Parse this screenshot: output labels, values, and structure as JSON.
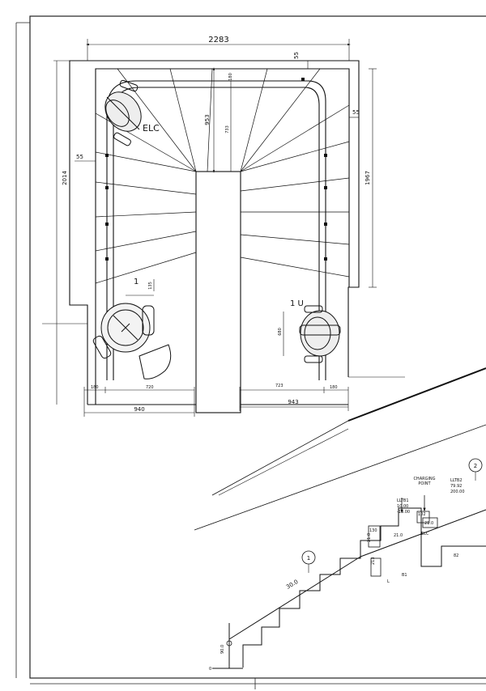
{
  "plan": {
    "dim_overall_width": "2283",
    "dim_top_margin": "55",
    "dim_right_margin": "55",
    "dim_left_margin": "55",
    "dim_flight_length": "953",
    "dim_tread": "733",
    "dim_top_gap": "180",
    "dim_left_height": "2014",
    "dim_right_height": "1967",
    "dim_small_135": "135",
    "label_elc": "ELC",
    "label_1": "1",
    "label_1u": "1 U",
    "dim_680": "680",
    "dim_180_left": "180",
    "dim_720": "720",
    "dim_940": "940",
    "dim_723": "723",
    "dim_180_right": "180",
    "dim_943": "943"
  },
  "elevation": {
    "callout_1": "1",
    "callout_2": "2",
    "charging_point_line1": "CHARGING",
    "charging_point_line2": "POINT",
    "lltb1_name": "LLTB1",
    "lltb1_v1": "10.00",
    "lltb1_v2": "-10.00",
    "lltb2_name": "LLTB2",
    "lltb2_v1": "79.92",
    "lltb2_v2": "200.00",
    "label_130": "130",
    "label_21_a": "21.0",
    "label_21_b": "21.0",
    "label_21_c": "21.0",
    "label_102": "102",
    "label_elc": "ELC",
    "label_82": "82",
    "label_30": "30.0",
    "label_90": "90.0",
    "label_213": "213",
    "label_l": "L",
    "label_b1": "B1",
    "label_zero": "0"
  }
}
